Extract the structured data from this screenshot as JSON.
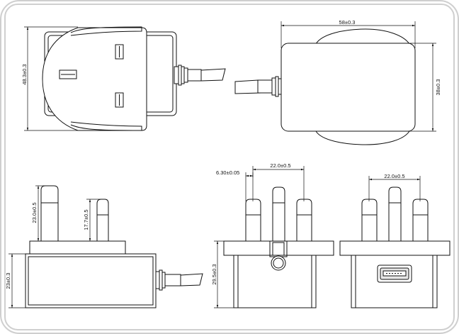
{
  "dimensions": {
    "front_height": "48.3±0.3",
    "top_width": "58±0.3",
    "top_height": "38±0.3",
    "pin_long": "23.0±0.5",
    "pin_short": "17.7±0.5",
    "body_height_side": "23±0.3",
    "pin_offset": "6.30±0.05",
    "pin_spacing_mid": "22.0±0.5",
    "pin_spacing_right": "22.0±0.5",
    "total_height": "29.5±0.3"
  }
}
